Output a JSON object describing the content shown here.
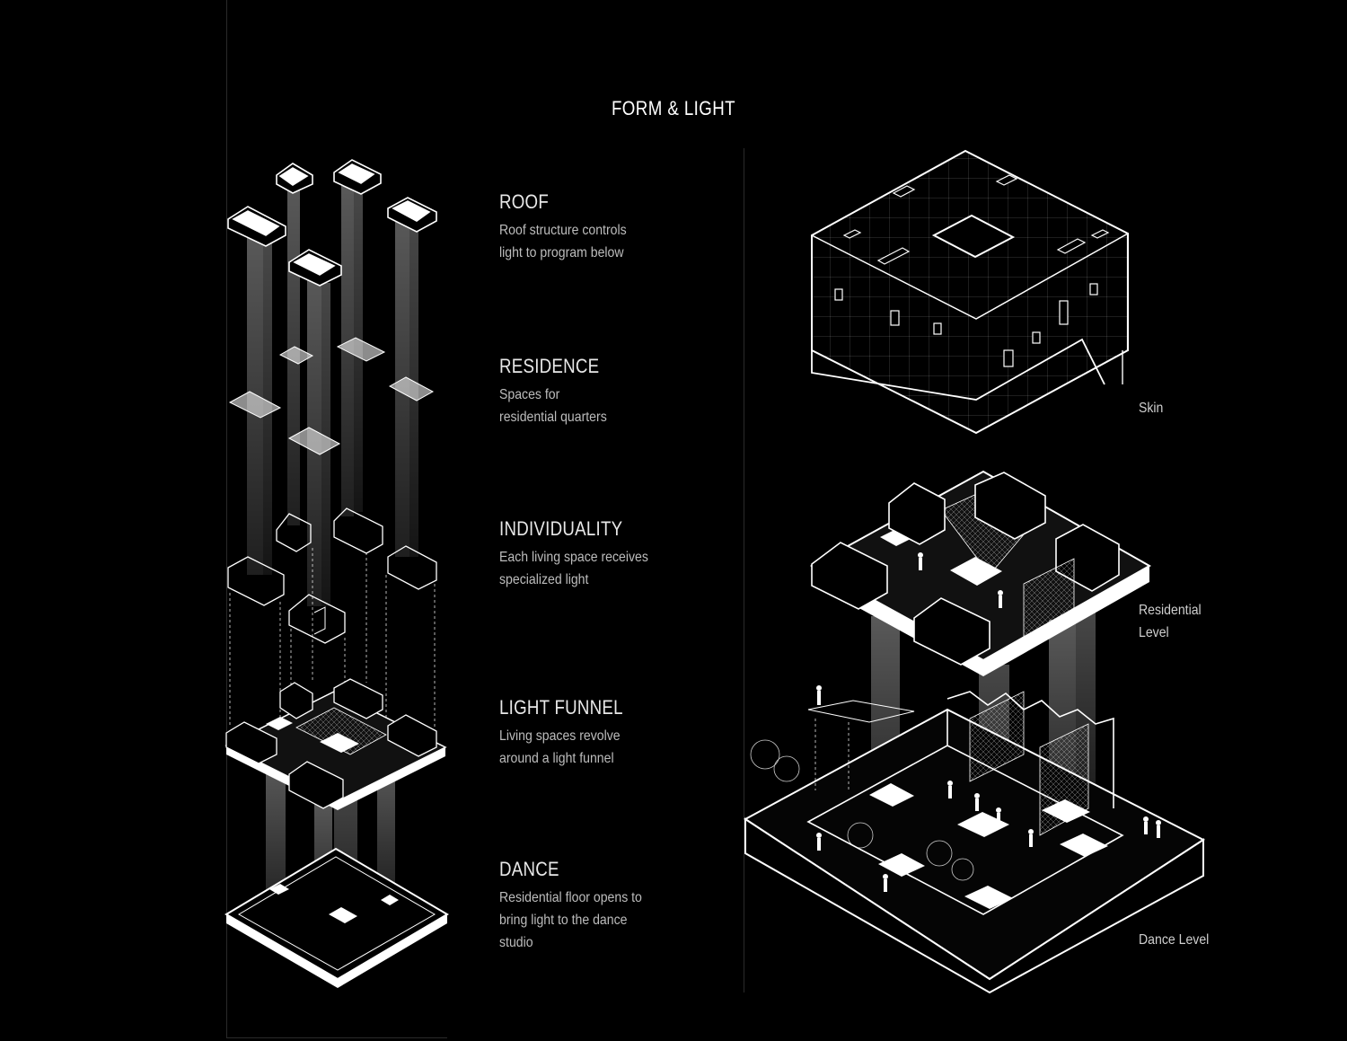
{
  "title": "FORM & LIGHT",
  "steps": [
    {
      "heading": "ROOF",
      "text": "Roof structure controls light to program below"
    },
    {
      "heading": "RESIDENCE",
      "text": "Spaces for residential quarters"
    },
    {
      "heading": "INDIVIDUALITY",
      "text": "Each living space receives specialized light"
    },
    {
      "heading": "LIGHT FUNNEL",
      "text": "Living spaces revolve around a light funnel"
    },
    {
      "heading": "DANCE",
      "text": "Residential floor opens to bring light to the dance studio"
    }
  ],
  "labels": {
    "skin": "Skin",
    "residential": "Residential Level",
    "dance": "Dance Level"
  }
}
